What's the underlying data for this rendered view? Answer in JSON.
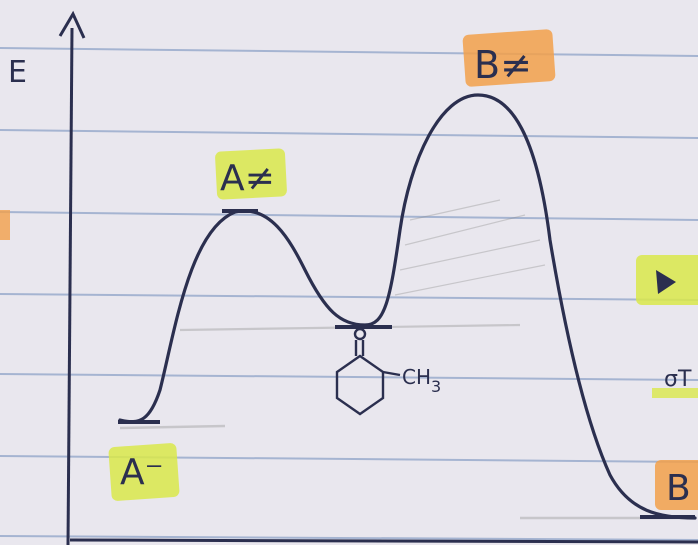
{
  "paper": {
    "background": "#e9e7ee",
    "rule_color": "#8fa3c8",
    "ink_color": "#2b2f4f",
    "pencil_color": "#8a8a8a"
  },
  "highlights": {
    "yellow": "#d9e84a",
    "orange": "#f2a04a"
  },
  "axis": {
    "y_label": "E"
  },
  "states": {
    "reactant": "A⁻",
    "ts_a": "A≠",
    "ts_b": "B≠",
    "product": "B"
  },
  "intermediate": {
    "substituent": "CH",
    "subscript": "3"
  },
  "margin_marks": {
    "right_edge_text": "σT"
  }
}
